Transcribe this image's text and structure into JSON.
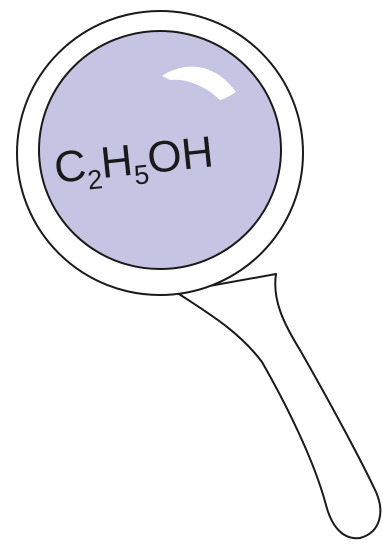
{
  "illustration": {
    "icon": "magnifying-glass-icon",
    "lens_label": {
      "element_1": "C",
      "count_1": "2",
      "element_2": "H",
      "count_2": "5",
      "group": "OH"
    },
    "colors": {
      "lens": "#c6c4e3",
      "outline": "#1a1a1a",
      "frame": "#ffffff",
      "highlight": "#ffffff",
      "text": "#1a1a1a"
    }
  }
}
